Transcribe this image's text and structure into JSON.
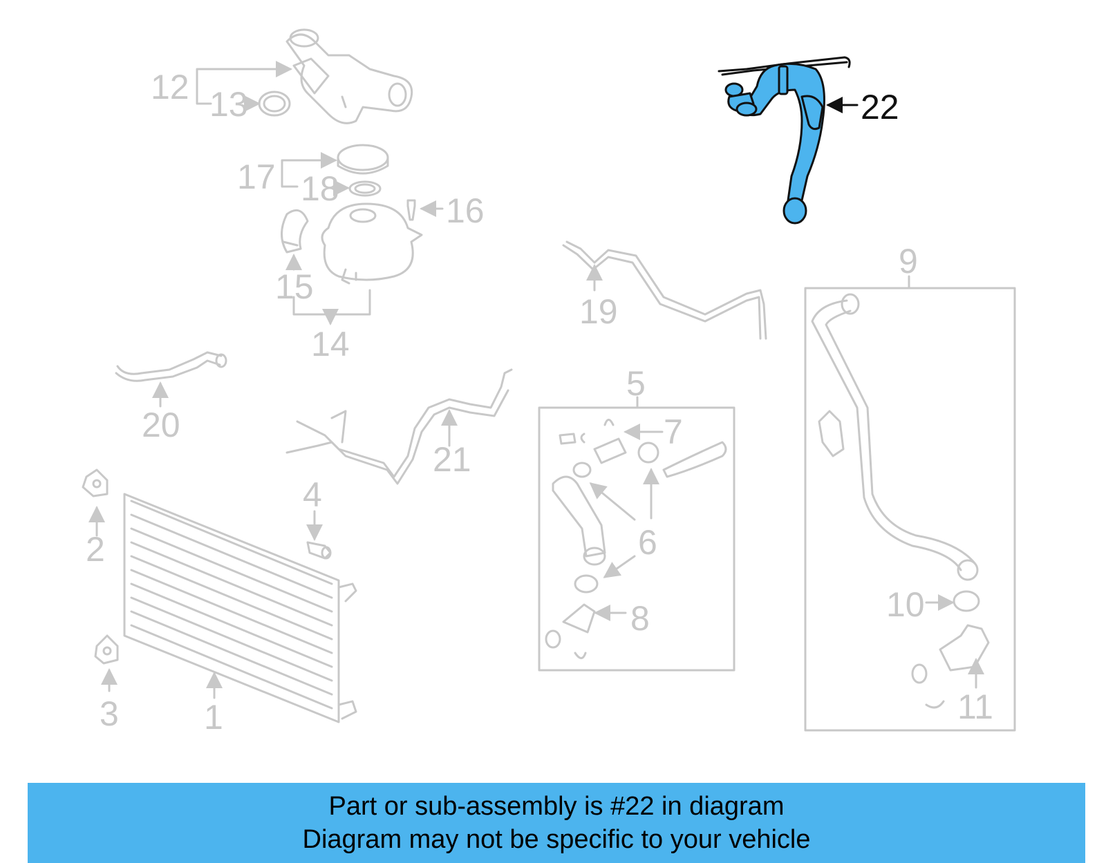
{
  "colors": {
    "highlight_part": "#4cb4ee",
    "banner_background": "#4cb4ee",
    "ghost_line": "#c8c8c8",
    "active_text": "#111111"
  },
  "callouts": {
    "n1": "1",
    "n2": "2",
    "n3": "3",
    "n4": "4",
    "n5": "5",
    "n6": "6",
    "n7": "7",
    "n8": "8",
    "n9": "9",
    "n10": "10",
    "n11": "11",
    "n12": "12",
    "n13": "13",
    "n14": "14",
    "n15": "15",
    "n16": "16",
    "n17": "17",
    "n18": "18",
    "n19": "19",
    "n20": "20",
    "n21": "21",
    "n22": "22"
  },
  "highlighted_part": "22",
  "banner": {
    "line1": "Part or sub-assembly is #22 in diagram",
    "line2": "Diagram may not be specific to your vehicle"
  }
}
